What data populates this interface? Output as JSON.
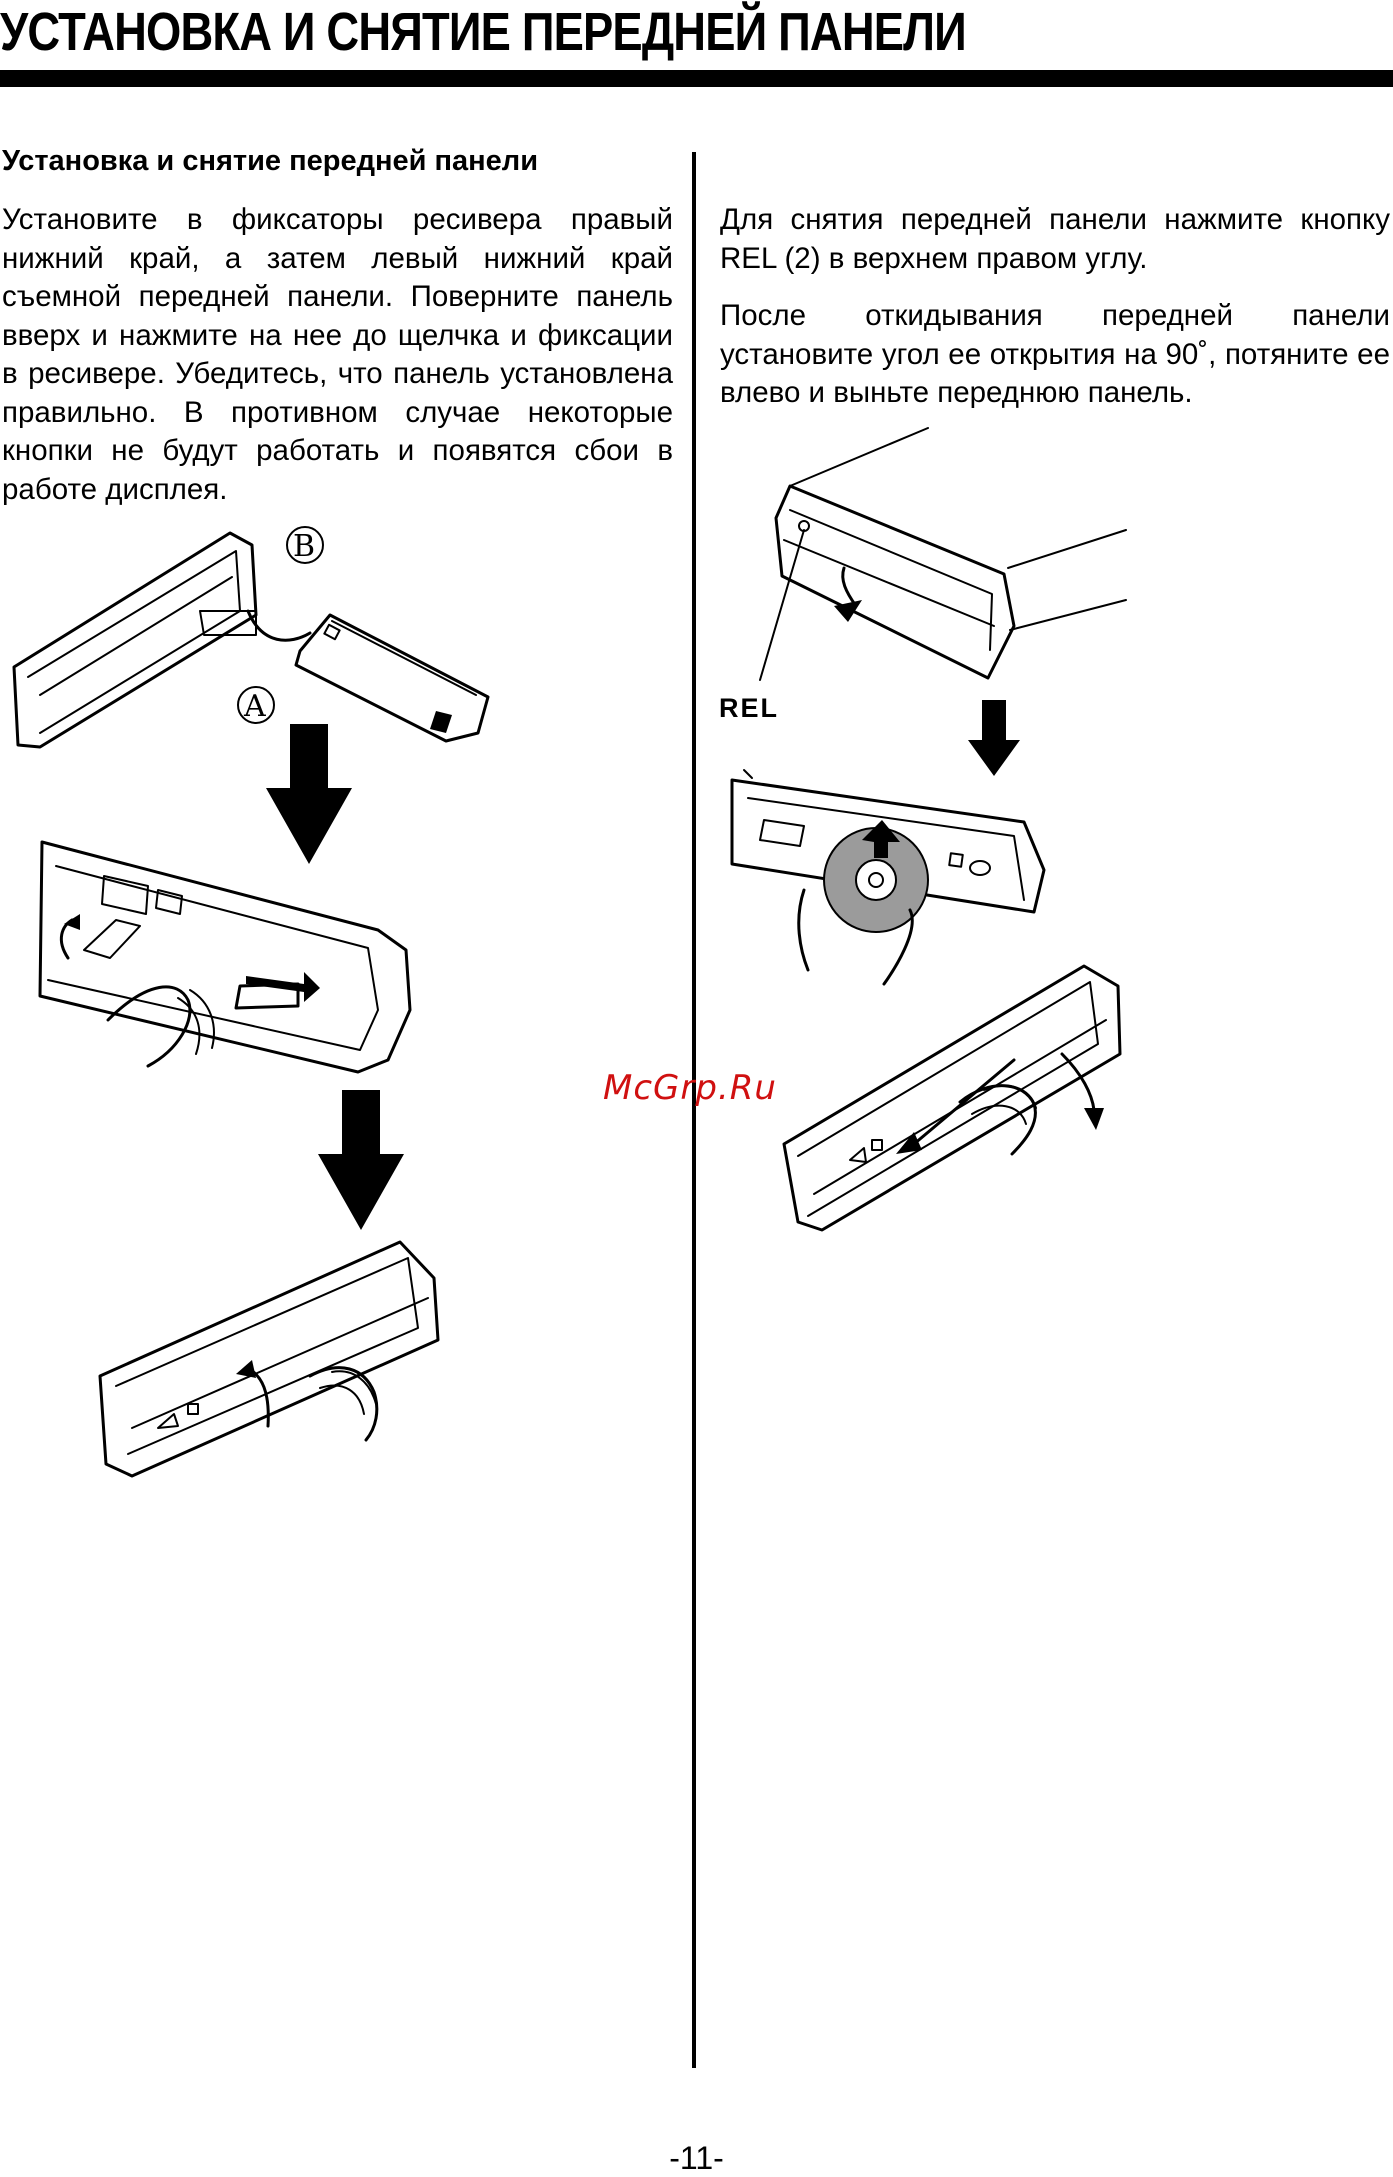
{
  "page": {
    "title": "УСТАНОВКА И СНЯТИЕ ПЕРЕДНЕЙ ПАНЕЛИ",
    "page_number": "-11-",
    "watermark": "McGrp.Ru"
  },
  "left_column": {
    "heading": "Установка и снятие передней панели",
    "paragraph": "Установите в фиксаторы ресивера правый нижний край, а затем левый нижний край съемной передней панели. Поверните панель вверх и нажмите на нее до щелчка и фиксации в ресивере. Убедитесь, что панель установлена правильно. В противном случае некоторые кнопки не будут работать и появятся сбои в работе дисплея."
  },
  "right_column": {
    "paragraph1": "Для снятия передней панели нажмите кнопку REL (2) в верхнем правом углу.",
    "paragraph2": "После откидывания передней панели установите угол ее открытия на 90˚, потяните ее влево и выньте переднюю панель."
  },
  "figures": {
    "callout_b": "B",
    "callout_a": "A",
    "rel_label": "REL"
  }
}
